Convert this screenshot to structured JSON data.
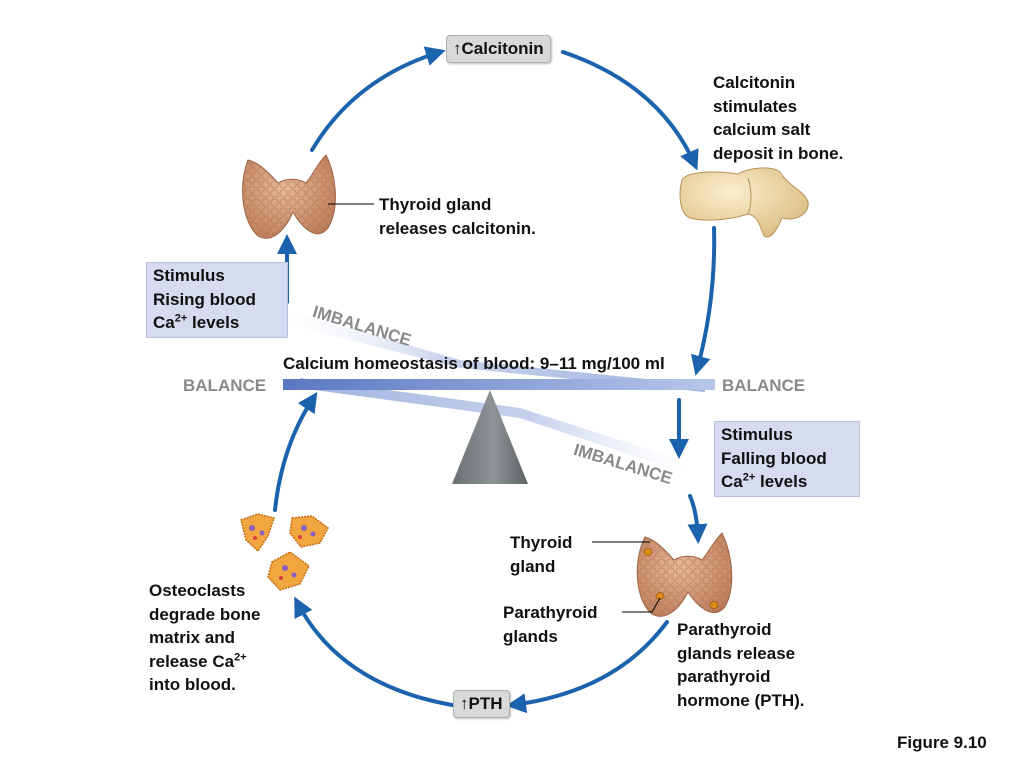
{
  "hormone_top": {
    "arrow": "↑",
    "name": "Calcitonin"
  },
  "hormone_bottom": {
    "arrow": "↑",
    "name": "PTH"
  },
  "calcitonin_effect": [
    "Calcitonin",
    "stimulates",
    "calcium salt",
    "deposit in bone."
  ],
  "thyroid_top_label": [
    "Thyroid gland",
    "releases calcitonin."
  ],
  "stimulus_rising": {
    "line1": "Stimulus",
    "line2": "Rising blood",
    "line3_prefix": "Ca",
    "sup": "2+",
    "line3_suffix": " levels"
  },
  "stimulus_falling": {
    "line1": "Stimulus",
    "line2": "Falling blood",
    "line3_prefix": "Ca",
    "sup": "2+",
    "line3_suffix": " levels"
  },
  "imbalance_upper": "IMBALANCE",
  "imbalance_lower": "IMBALANCE",
  "homeostasis": "Calcium homeostasis of blood: 9–11 mg/100 ml",
  "balance_left": "BALANCE",
  "balance_right": "BALANCE",
  "thyroid_bottom_label": [
    "Thyroid",
    "gland"
  ],
  "parathyroid_label": [
    "Parathyroid",
    "glands"
  ],
  "pth_release": [
    "Parathyroid",
    "glands release",
    "parathyroid",
    "hormone (PTH)."
  ],
  "osteoclasts": {
    "l1": "Osteoclasts",
    "l2": "degrade bone",
    "l3": "matrix and",
    "l4_prefix": "release Ca",
    "l4_sup": "2+",
    "l5": "into blood."
  },
  "figure_label": "Figure 9.10",
  "colors": {
    "arrow": "#1b63ad",
    "seesaw": "#6c86c8",
    "stimulus_bg": "#d6dbf0",
    "fulcrum": "#7d8284",
    "tissue": "#d9a07f",
    "bone": "#eed9a4"
  }
}
